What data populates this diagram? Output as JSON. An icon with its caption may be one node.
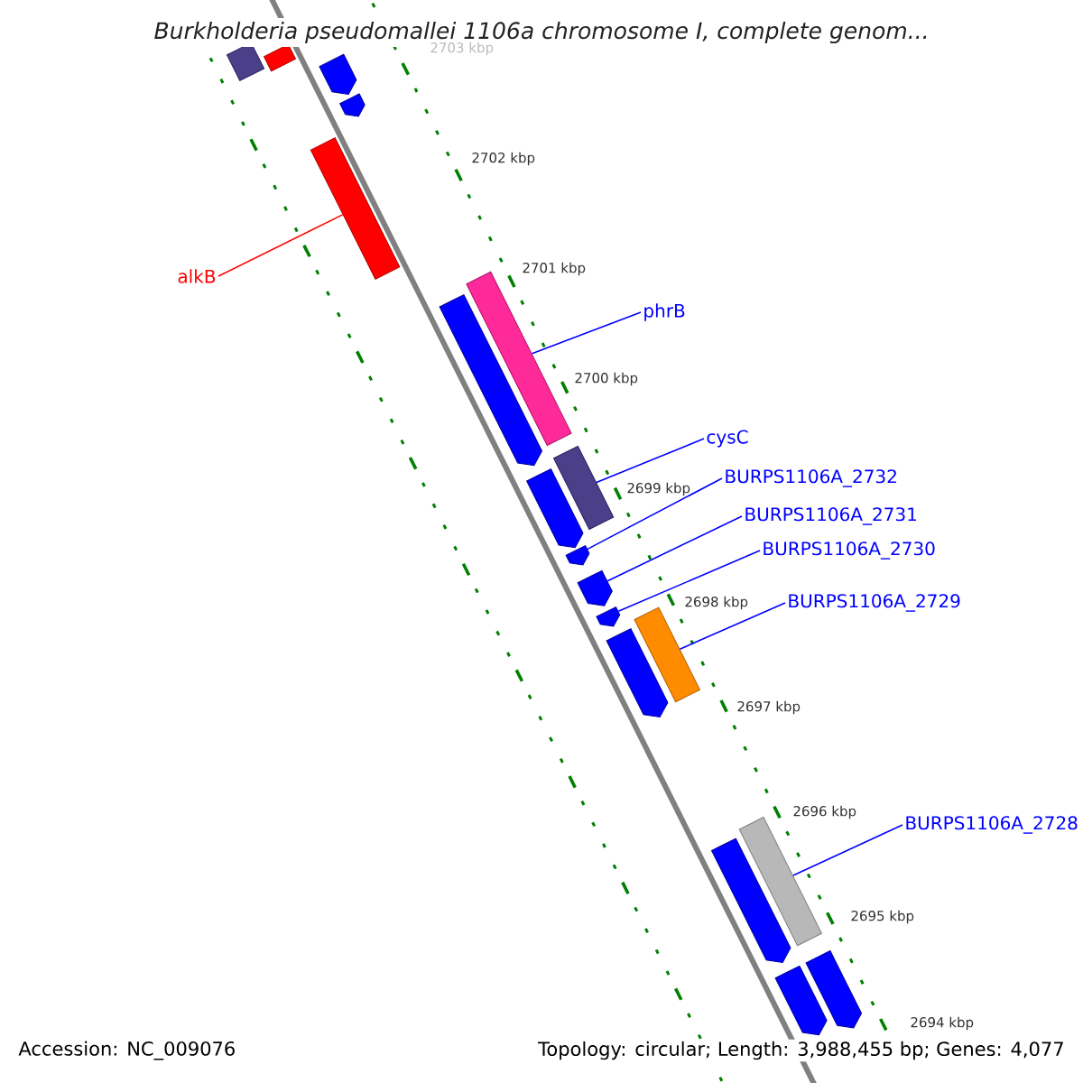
{
  "diagram": {
    "title": "Burkholderia pseudomallei 1106a chromosome I, complete genom...",
    "nodes": [
      {
        "text": [
          "alkB"
        ]
      },
      {
        "text": [
          "phrB"
        ]
      },
      {
        "text": [
          "cysC"
        ]
      },
      {
        "text": [
          "BURPS1106A_2732"
        ]
      },
      {
        "text": [
          "BURPS1106A_2731"
        ]
      },
      {
        "text": [
          "BURPS1106A_2730"
        ]
      },
      {
        "text": [
          "BURPS1106A_2729"
        ]
      },
      {
        "text": [
          "BURPS1106A_2728"
        ]
      },
      {
        "text": [],
        "shape": "bar"
      },
      {
        "text": [],
        "shape": "bar"
      },
      {
        "text": [],
        "shape": "pentagon"
      },
      {
        "text": [],
        "shape": "pentagon"
      },
      {
        "text": [],
        "shape": "bar"
      },
      {
        "text": [],
        "shape": "pentagon"
      },
      {
        "text": [],
        "shape": "bar"
      },
      {
        "text": [],
        "shape": "pentagon"
      },
      {
        "text": [],
        "shape": "bar"
      },
      {
        "text": [],
        "shape": "pentagon"
      },
      {
        "text": [],
        "shape": "pentagon"
      },
      {
        "text": [],
        "shape": "pentagon"
      },
      {
        "text": [],
        "shape": "pentagon"
      },
      {
        "text": [],
        "shape": "bar"
      },
      {
        "text": [],
        "shape": "pentagon"
      },
      {
        "text": [],
        "shape": "bar"
      },
      {
        "text": [],
        "shape": "pentagon"
      },
      {
        "text": [],
        "shape": "pentagon"
      }
    ],
    "edges": [
      {
        "from": 0,
        "to": 12,
        "arrow": "none",
        "color": "#ff0000"
      },
      {
        "from": 1,
        "to": 14,
        "arrow": "none"
      },
      {
        "from": 2,
        "to": 16,
        "arrow": "none"
      },
      {
        "from": 3,
        "to": 17,
        "arrow": "none"
      },
      {
        "from": 4,
        "to": 18,
        "arrow": "none"
      },
      {
        "from": 5,
        "to": 19,
        "arrow": "none"
      },
      {
        "from": 6,
        "to": 21,
        "arrow": "none"
      },
      {
        "from": 7,
        "to": 23,
        "arrow": "none"
      }
    ],
    "labels": [
      "2703 kbp",
      "2702 kbp",
      "2701 kbp",
      "2700 kbp",
      "2699 kbp",
      "2698 kbp",
      "2697 kbp",
      "2696 kbp",
      "2695 kbp",
      "2694 kbp",
      "Accession: NC_009076",
      "Topology: circular; Length: 3,988,455 bp; Genes: 4,077"
    ]
  }
}
